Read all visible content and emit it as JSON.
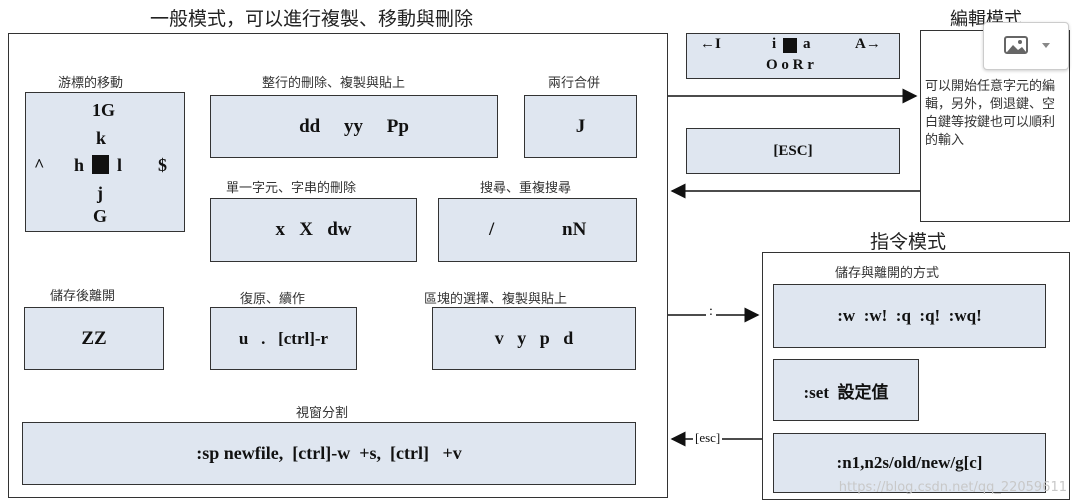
{
  "normal_mode": {
    "title": "一般模式，可以進行複製、移動與刪除",
    "cursor_move": {
      "label": "游標的移動",
      "k1": "1G",
      "k2": "k",
      "left": "^",
      "h": "h",
      "l": "l",
      "right": "$",
      "j": "j",
      "g": "G"
    },
    "line_delete": {
      "label": "整行的刪除、複製與貼上",
      "keys": "dd     yy     Pp"
    },
    "join": {
      "label": "兩行合併",
      "keys": "J"
    },
    "char_delete": {
      "label": "單一字元、字串的刪除",
      "keys": "x   X   dw"
    },
    "search": {
      "label": "搜尋、重複搜尋",
      "key1": "/",
      "key2": "nN"
    },
    "save_quit": {
      "label": "儲存後離開",
      "keys": "ZZ"
    },
    "undo": {
      "label": "復原、續作",
      "keys": "u   .   [ctrl]-r"
    },
    "block": {
      "label": "區塊的選擇、複製與貼上",
      "keys": "v   y   p   d"
    },
    "split": {
      "label": "視窗分割",
      "keys": ":sp newfile,  [ctrl]-w  +s,  [ctrl]   +v"
    }
  },
  "insert_keys": {
    "left": "←I",
    "middle": "i",
    "after": "a",
    "right": "A→",
    "row2": "O o R r"
  },
  "esc_key": "[ESC]",
  "edit_mode": {
    "title": "編輯模式",
    "description": "可以開始任意字元的編輯，另外，倒退鍵、空白鍵等按鍵也可以順利的輸入"
  },
  "command_mode": {
    "title": "指令模式",
    "save_label": "儲存與離開的方式",
    "save_keys": ":w  :w!  :q  :q!  :wq!",
    "set_keys": ":set  設定值",
    "replace_keys": ":n1,n2s/old/new/g[c]"
  },
  "arrows": {
    "to_command": ":",
    "from_command": "[esc]"
  },
  "watermark": "https://blog.csdn.net/qq_22059611"
}
